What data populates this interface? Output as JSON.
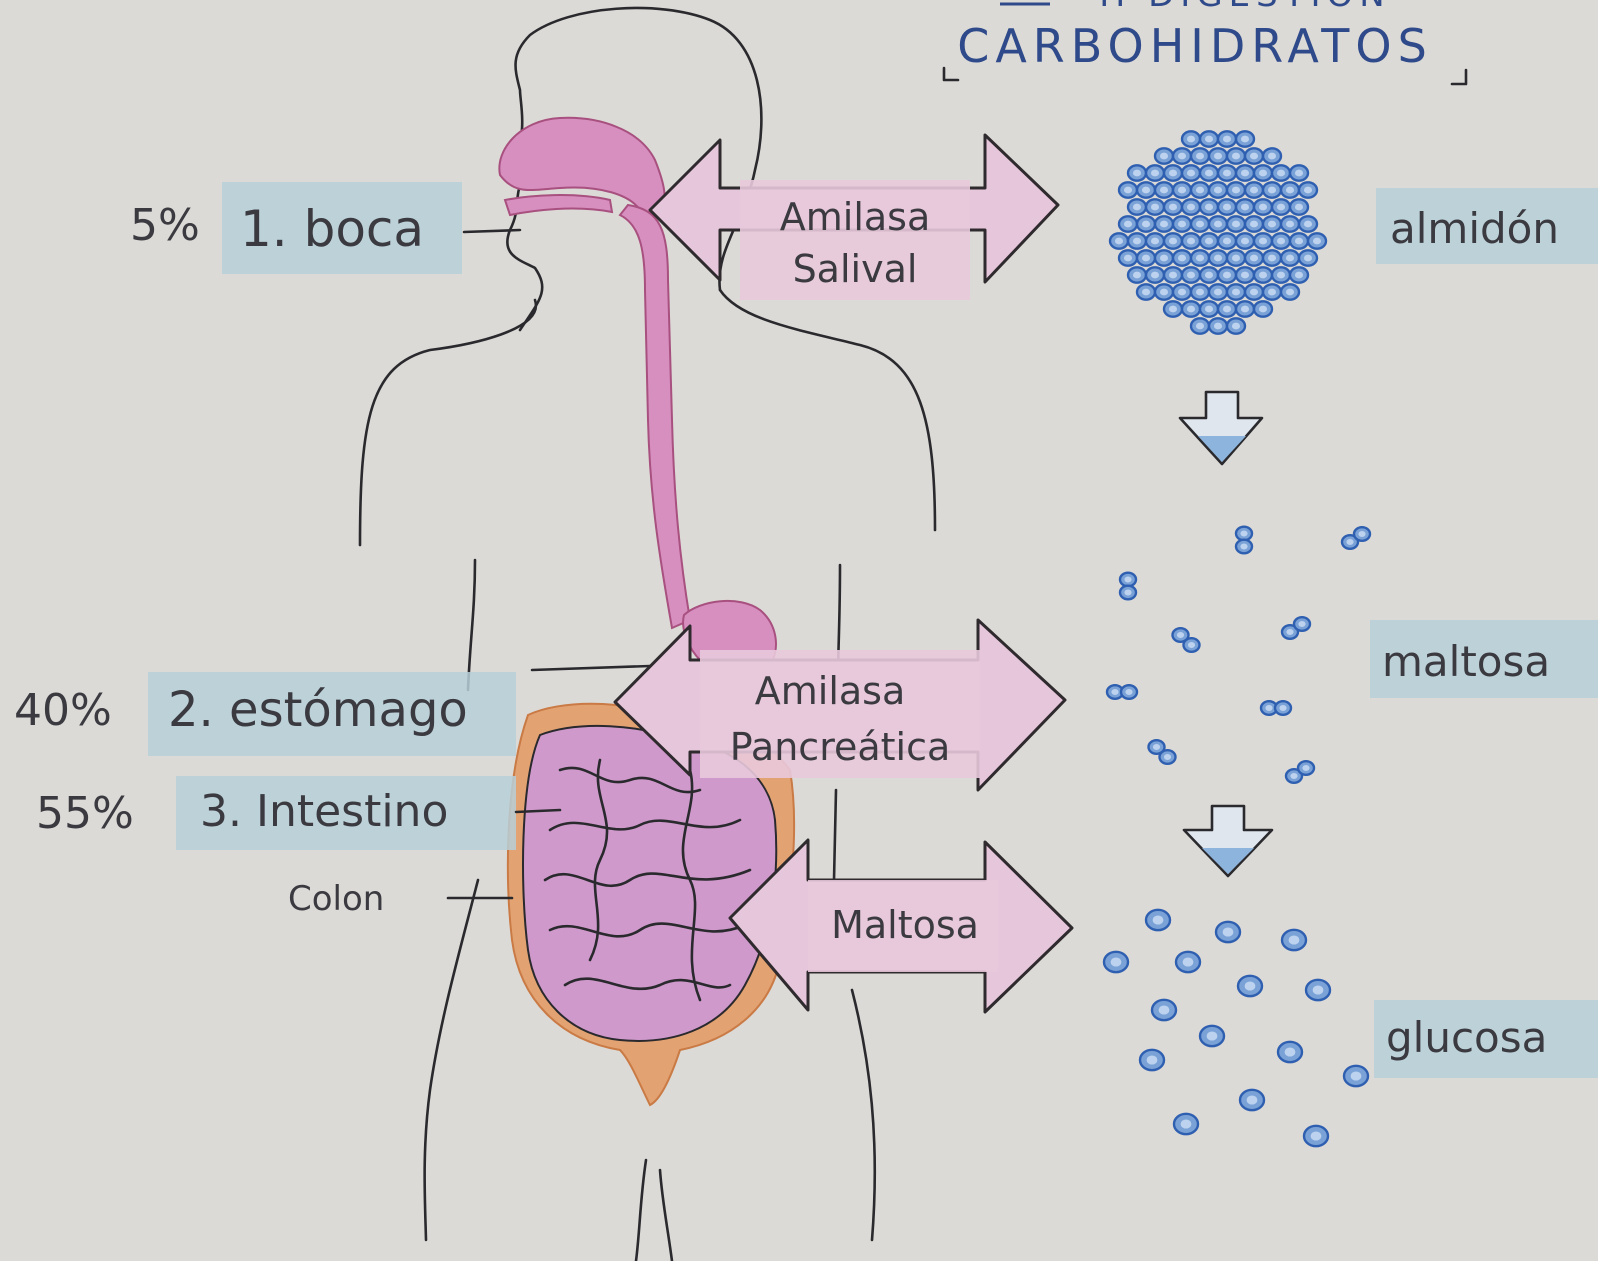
{
  "header": {
    "title_partial": "II DIGESTIÓN",
    "subtitle": "CARBOHIDRATOS"
  },
  "organs": [
    {
      "percent": "5%",
      "label": "1. boca"
    },
    {
      "percent": "40%",
      "label": "2. estómago"
    },
    {
      "percent": "55%",
      "label": "3. Intestino"
    },
    {
      "percent": "",
      "label": "Colon"
    }
  ],
  "enzymes": [
    {
      "line1": "Amilasa",
      "line2": "Salival"
    },
    {
      "line1": "Amilasa",
      "line2": "Pancreática"
    },
    {
      "line1": "Maltosa",
      "line2": ""
    }
  ],
  "molecules": [
    {
      "label": "almidón"
    },
    {
      "label": "maltosa"
    },
    {
      "label": "glucosa"
    }
  ],
  "colors": {
    "label_box": "#b7cfd8",
    "enzyme_box": "#e8c9dc",
    "digestive_tract": "#d78fbf",
    "molecule": "#2f5fb0",
    "colon": "#e0a070"
  }
}
